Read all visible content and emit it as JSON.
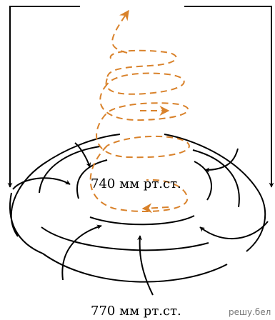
{
  "labels": {
    "inner_pressure": "740 мм рт.ст.",
    "outer_pressure": "770 мм рт.ст."
  },
  "watermark": "решу.бел",
  "colors": {
    "isobar": "#000000",
    "surface_wind": "#000000",
    "rising_air": "#D9822B"
  }
}
